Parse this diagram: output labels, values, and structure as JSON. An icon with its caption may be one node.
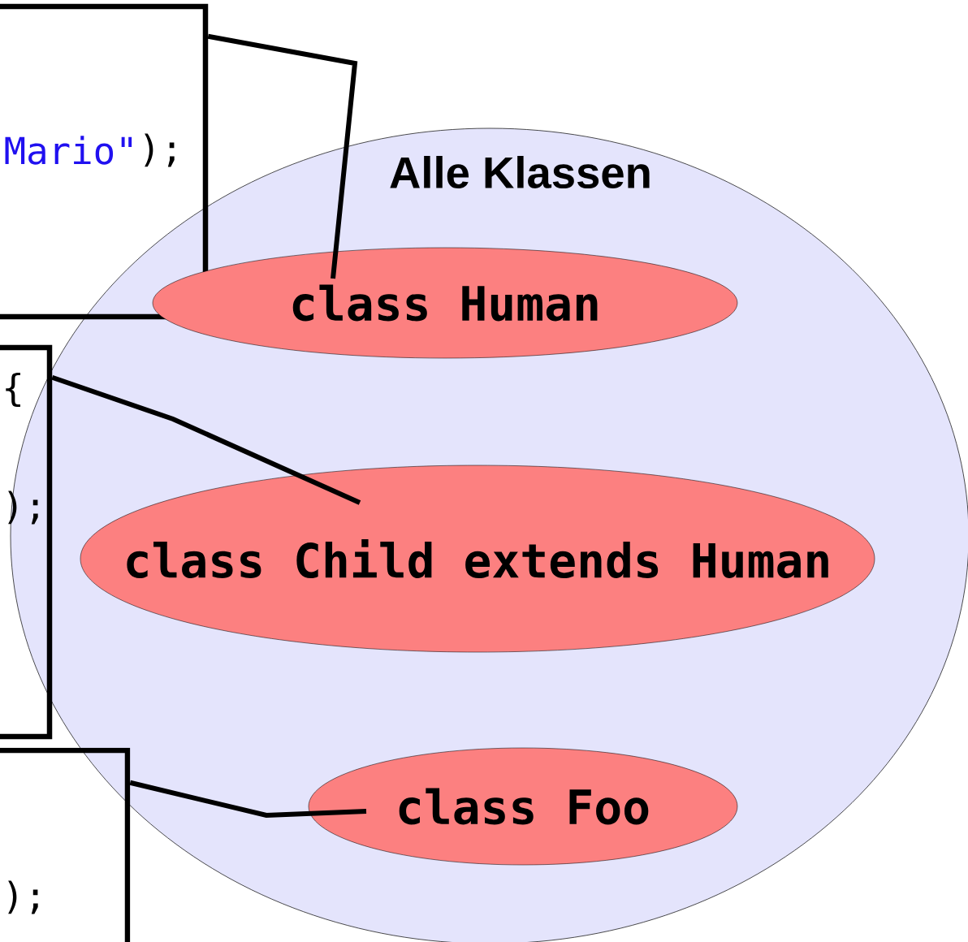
{
  "diagram": {
    "nodes": [
      {
        "text": [
          "Mario\"",
          ");"
        ]
      },
      {
        "text": [
          "{",
          ");"
        ]
      },
      {
        "text": [
          ");"
        ]
      },
      {
        "text": [
          "Alle Klassen"
        ]
      },
      {
        "text": [
          "class Human"
        ],
        "in": 3
      },
      {
        "text": [
          "class Child extends Human"
        ],
        "in": 3
      },
      {
        "text": [
          "class Foo"
        ],
        "in": 3
      }
    ],
    "edges": [
      {
        "from": 0,
        "to": 4,
        "arrow": "none"
      },
      {
        "from": 1,
        "to": 5,
        "arrow": "none"
      },
      {
        "from": 2,
        "to": 6,
        "arrow": "none"
      }
    ]
  }
}
